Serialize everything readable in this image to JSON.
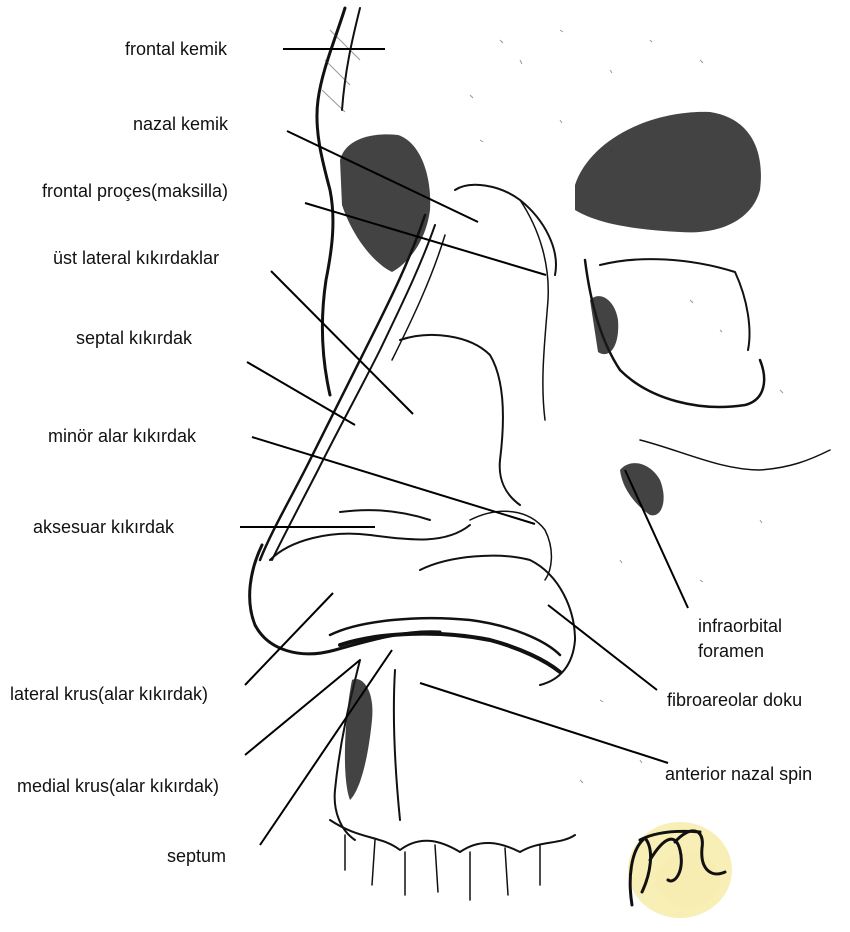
{
  "labels": {
    "frontal_kemik": "frontal kemik",
    "nazal_kemik": "nazal kemik",
    "frontal_proces": "frontal proçes(maksilla)",
    "ust_lateral": "üst lateral kıkırdaklar",
    "septal": "septal kıkırdak",
    "minor_alar": "minör alar kıkırdak",
    "aksesuar": "aksesuar kıkırdak",
    "lateral_krus": "lateral krus(alar kıkırdak)",
    "medial_krus": "medial krus(alar kıkırdak)",
    "septum": "septum",
    "infraorbital_1": "infraorbital",
    "infraorbital_2": "foramen",
    "fibroareolar": "fibroareolar doku",
    "anterior_nazal": "anterior nazal spin"
  },
  "colors": {
    "ink": "#111111",
    "signature_glow": "#f3e27a"
  }
}
